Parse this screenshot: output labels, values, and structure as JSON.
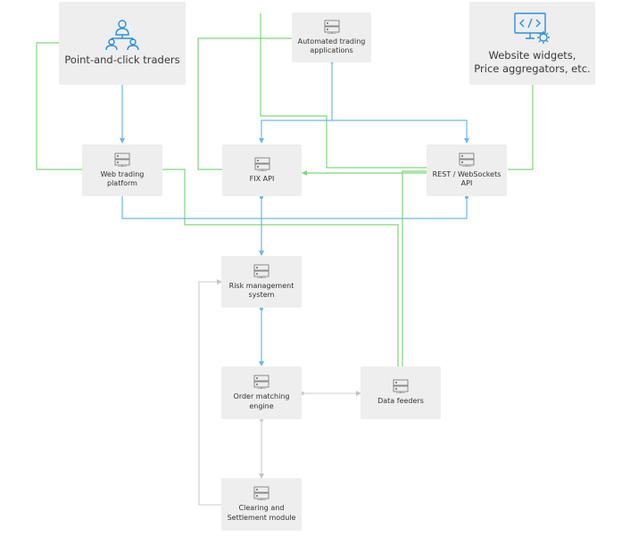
{
  "nodes": {
    "point_click": {
      "label": "Point-and-click traders",
      "icon": "users-network-icon"
    },
    "automated": {
      "label": "Automated trading\napplications",
      "icon": "server-icon"
    },
    "widgets": {
      "label": "Website widgets,\nPrice aggregators, etc.",
      "icon": "code-monitor-gear-icon"
    },
    "web_platform": {
      "label": "Web trading\nplatform",
      "icon": "server-icon"
    },
    "fix_api": {
      "label": "FIX API",
      "icon": "server-icon"
    },
    "rest_api": {
      "label": "REST / WebSockets\nAPI",
      "icon": "server-icon"
    },
    "risk": {
      "label": "Risk management\nsystem",
      "icon": "server-icon"
    },
    "order_engine": {
      "label": "Order matching\nengine",
      "icon": "server-icon"
    },
    "data_feeders": {
      "label": "Data feeders",
      "icon": "server-icon"
    },
    "clearing": {
      "label": "Clearing and\nSettlement module",
      "icon": "server-icon"
    }
  },
  "colors": {
    "node_fill": "#eeeeee",
    "order_flow": "#6cb8ea",
    "data_flow": "#7fd67a",
    "internal_flow": "#cccccc",
    "icon_blue": "#2f8fd8",
    "icon_gray": "#8a8a8a"
  }
}
